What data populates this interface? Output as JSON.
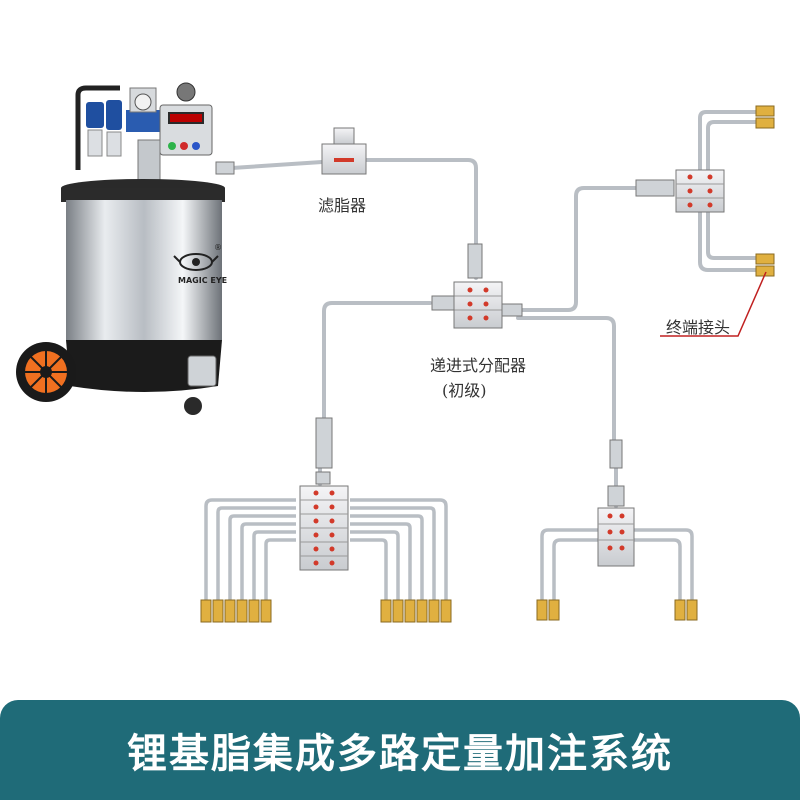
{
  "labels": {
    "filter": "滤脂器",
    "primary_distributor_line1": "递进式分配器",
    "primary_distributor_line2": "(初级)",
    "terminal_connector": "终端接头"
  },
  "pump": {
    "brand": "MAGIC EYE",
    "brand_mark": "®"
  },
  "banner": {
    "title": "锂基脂集成多路定量加注系统"
  },
  "colors": {
    "banner_bg": "#1f6b78",
    "banner_text": "#ffffff",
    "pipe": "#b9bec4",
    "distributor": "#e8e8ea",
    "fitting_red": "#d23a2a",
    "fitting_yellow": "#e0b040",
    "wheel_orange": "#f07020"
  }
}
